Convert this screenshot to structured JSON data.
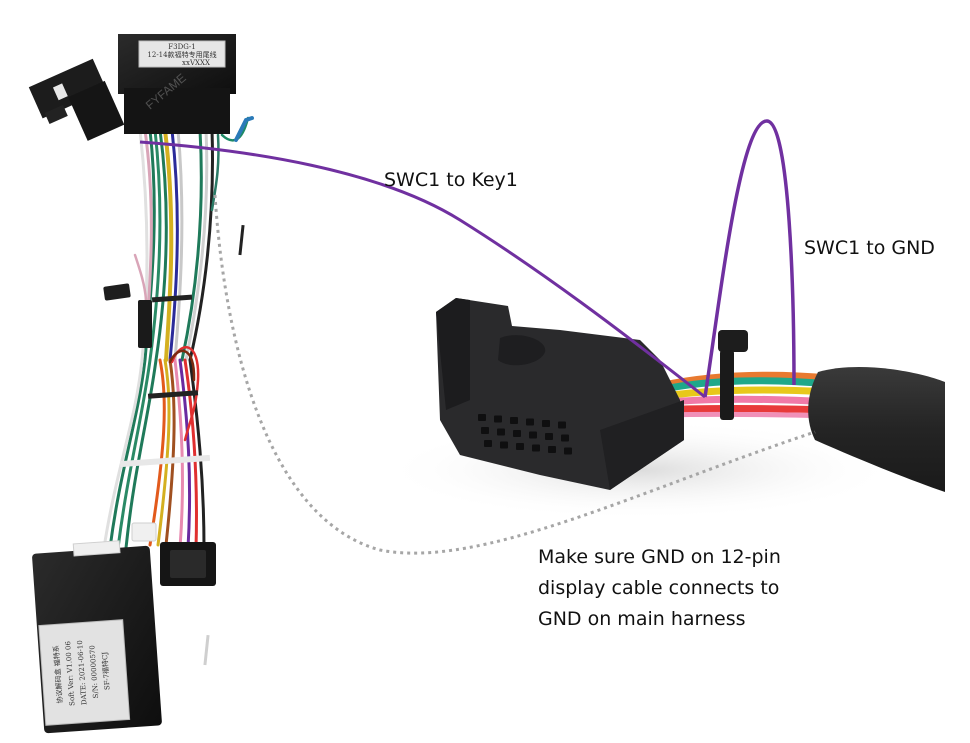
{
  "annotations": {
    "swc1_to_key1": "SWC1 to Key1",
    "swc1_to_gnd": "SWC1 to GND",
    "ground_note_lines": [
      "Make sure GND on 12-pin",
      "display cable connects to",
      "GND on main harness"
    ]
  },
  "labels_on_photo": {
    "connector_label": [
      "F3DG-1",
      "12-14款福特专用尾线",
      "xxVXXX"
    ],
    "canbus_box_label": [
      "协议解码盒 福特系",
      "Soft Ver: V1.00 06",
      "DATE: 2021-06-10",
      "S/N: 00000570",
      "SF-7福特CJ"
    ],
    "watermark": "FYFAME"
  },
  "colors": {
    "annotation_line": "#7030a0",
    "dotted_line": "#a6a6a6",
    "text": "#111111",
    "background": "#ffffff"
  }
}
